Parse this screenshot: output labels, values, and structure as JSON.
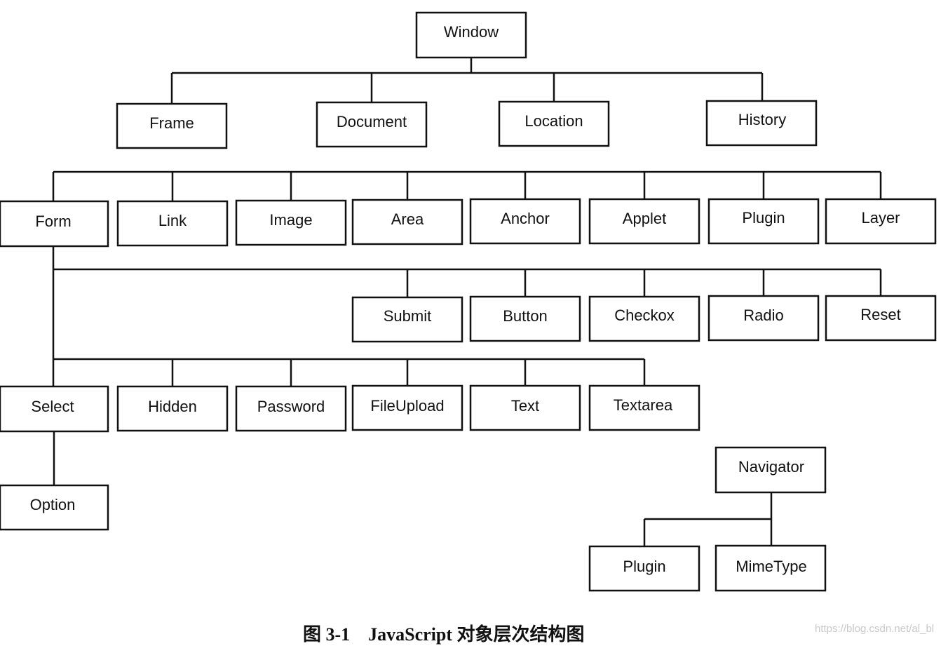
{
  "nodes": {
    "window": "Window",
    "frame": "Frame",
    "document": "Document",
    "location": "Location",
    "history": "History",
    "form": "Form",
    "link": "Link",
    "image": "Image",
    "area": "Area",
    "anchor": "Anchor",
    "applet": "Applet",
    "plugin": "Plugin",
    "layer": "Layer",
    "submit": "Submit",
    "button": "Button",
    "checkox": "Checkox",
    "radio": "Radio",
    "reset": "Reset",
    "select": "Select",
    "hidden": "Hidden",
    "password": "Password",
    "fileupload": "FileUpload",
    "text": "Text",
    "textarea": "Textarea",
    "option": "Option",
    "navigator": "Navigator",
    "nav_plugin": "Plugin",
    "mimetype": "MimeType"
  },
  "caption": "图 3-1　JavaScript 对象层次结构图",
  "watermark": "https://blog.csdn.net/al_bl"
}
